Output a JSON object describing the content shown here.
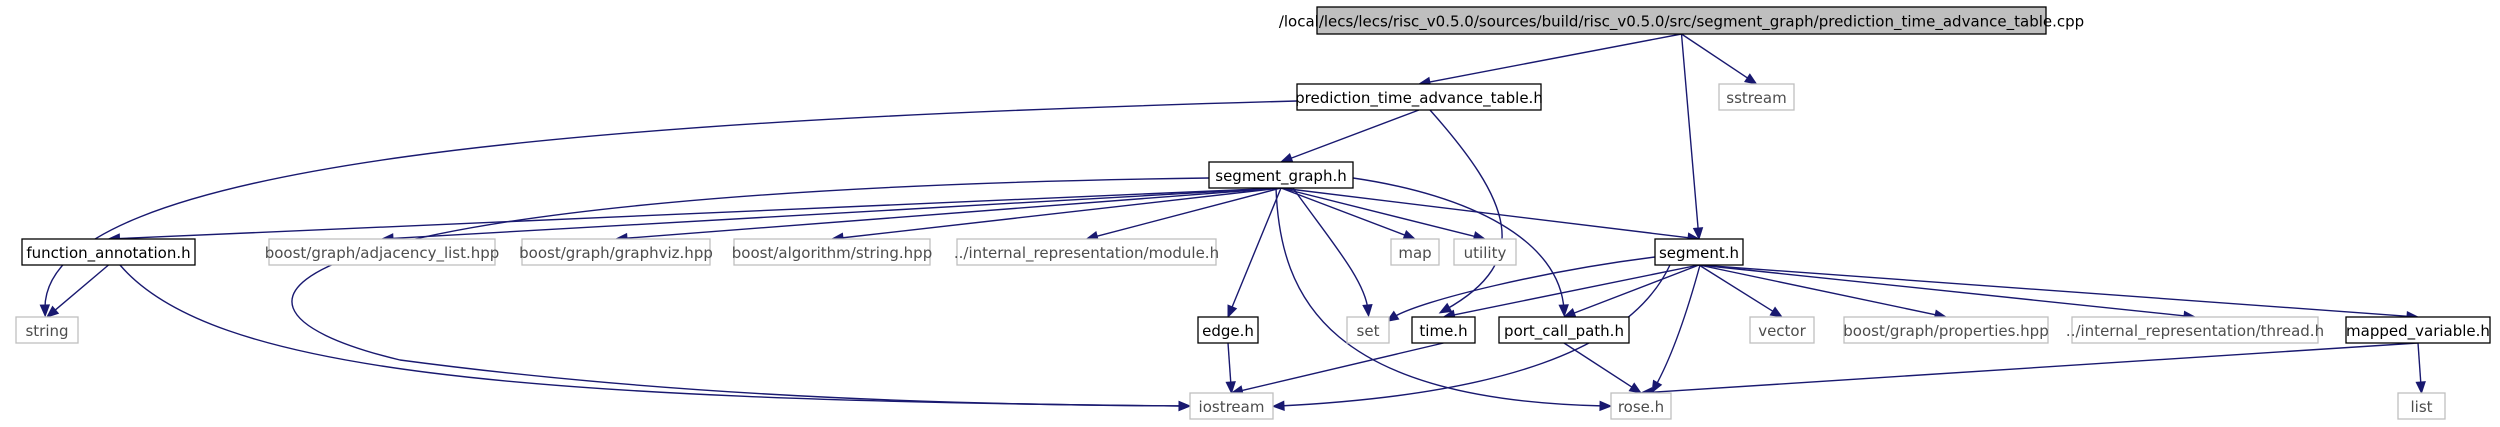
{
  "colors": {
    "edge": "#191970",
    "root_fill": "#bfbfbf",
    "node_border": "#000000",
    "external_border": "#bfbfbf"
  },
  "nodes": [
    {
      "id": "root",
      "label": "/local/lecs/lecs/risc_v0.5.0/sources/build/risc_v0.5.0/src/segment_graph/prediction_time_advance_table.cpp",
      "kind": "root"
    },
    {
      "id": "ptat_h",
      "label": "prediction_time_advance_table.h",
      "kind": "solid"
    },
    {
      "id": "sstream",
      "label": "sstream",
      "kind": "external"
    },
    {
      "id": "segment_graph_h",
      "label": "segment_graph.h",
      "kind": "solid"
    },
    {
      "id": "function_annotation_h",
      "label": "function_annotation.h",
      "kind": "solid"
    },
    {
      "id": "adjacency_list",
      "label": "boost/graph/adjacency_list.hpp",
      "kind": "external"
    },
    {
      "id": "graphviz",
      "label": "boost/graph/graphviz.hpp",
      "kind": "external"
    },
    {
      "id": "algo_string",
      "label": "boost/algorithm/string.hpp",
      "kind": "external"
    },
    {
      "id": "module_h",
      "label": "../internal_representation/module.h",
      "kind": "external"
    },
    {
      "id": "map",
      "label": "map",
      "kind": "external"
    },
    {
      "id": "utility",
      "label": "utility",
      "kind": "external"
    },
    {
      "id": "segment_h",
      "label": "segment.h",
      "kind": "solid"
    },
    {
      "id": "string",
      "label": "string",
      "kind": "external"
    },
    {
      "id": "edge_h",
      "label": "edge.h",
      "kind": "solid"
    },
    {
      "id": "set",
      "label": "set",
      "kind": "external"
    },
    {
      "id": "time_h",
      "label": "time.h",
      "kind": "solid"
    },
    {
      "id": "port_call_path_h",
      "label": "port_call_path.h",
      "kind": "solid"
    },
    {
      "id": "vector",
      "label": "vector",
      "kind": "external"
    },
    {
      "id": "properties",
      "label": "boost/graph/properties.hpp",
      "kind": "external"
    },
    {
      "id": "thread_h",
      "label": "../internal_representation/thread.h",
      "kind": "external"
    },
    {
      "id": "mapped_variable_h",
      "label": "mapped_variable.h",
      "kind": "solid"
    },
    {
      "id": "iostream",
      "label": "iostream",
      "kind": "external"
    },
    {
      "id": "rose_h",
      "label": "rose.h",
      "kind": "external"
    },
    {
      "id": "list",
      "label": "list",
      "kind": "external"
    }
  ],
  "edges": [
    [
      "root",
      "ptat_h"
    ],
    [
      "root",
      "sstream"
    ],
    [
      "root",
      "segment_h"
    ],
    [
      "ptat_h",
      "segment_graph_h"
    ],
    [
      "ptat_h",
      "string"
    ],
    [
      "ptat_h",
      "time_h"
    ],
    [
      "segment_graph_h",
      "function_annotation_h"
    ],
    [
      "segment_graph_h",
      "adjacency_list"
    ],
    [
      "segment_graph_h",
      "graphviz"
    ],
    [
      "segment_graph_h",
      "algo_string"
    ],
    [
      "segment_graph_h",
      "module_h"
    ],
    [
      "segment_graph_h",
      "map"
    ],
    [
      "segment_graph_h",
      "utility"
    ],
    [
      "segment_graph_h",
      "segment_h"
    ],
    [
      "segment_graph_h",
      "edge_h"
    ],
    [
      "segment_graph_h",
      "set"
    ],
    [
      "segment_graph_h",
      "port_call_path_h"
    ],
    [
      "segment_graph_h",
      "iostream"
    ],
    [
      "segment_graph_h",
      "rose_h"
    ],
    [
      "function_annotation_h",
      "string"
    ],
    [
      "function_annotation_h",
      "iostream"
    ],
    [
      "segment_h",
      "set"
    ],
    [
      "segment_h",
      "time_h"
    ],
    [
      "segment_h",
      "port_call_path_h"
    ],
    [
      "segment_h",
      "vector"
    ],
    [
      "segment_h",
      "properties"
    ],
    [
      "segment_h",
      "thread_h"
    ],
    [
      "segment_h",
      "mapped_variable_h"
    ],
    [
      "segment_h",
      "iostream"
    ],
    [
      "segment_h",
      "rose_h"
    ],
    [
      "edge_h",
      "iostream"
    ],
    [
      "time_h",
      "iostream"
    ],
    [
      "port_call_path_h",
      "rose_h"
    ],
    [
      "mapped_variable_h",
      "rose_h"
    ],
    [
      "mapped_variable_h",
      "list"
    ]
  ]
}
